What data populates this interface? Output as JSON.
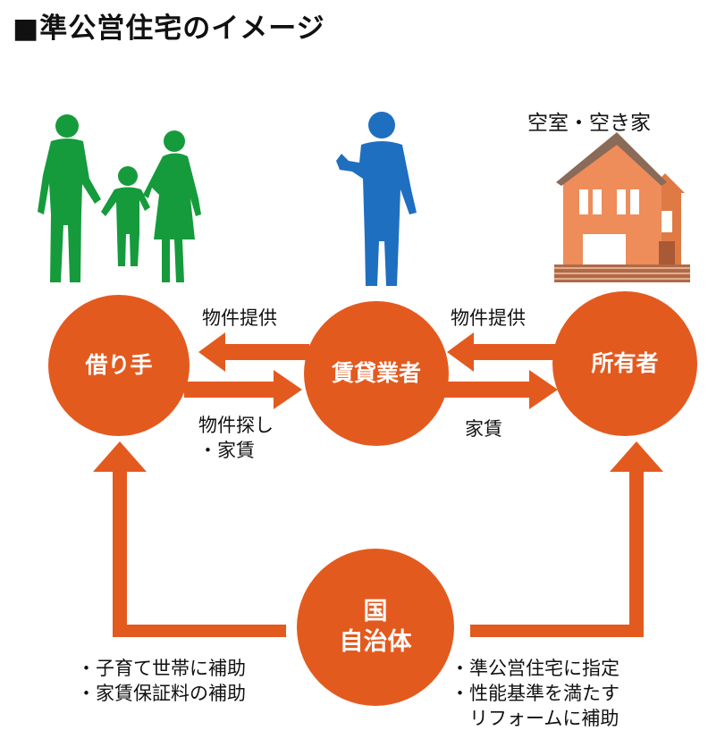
{
  "title": "■準公営住宅のイメージ",
  "house_caption": "空室・空き家",
  "nodes": {
    "borrower": "借り手",
    "agent": "賃貸業者",
    "owner": "所有者",
    "government_line1": "国",
    "government_line2": "自治体"
  },
  "arrow_labels": {
    "agent_to_borrower": "物件提供",
    "owner_to_agent": "物件提供",
    "borrower_to_agent_line1": "物件探し",
    "borrower_to_agent_line2": "・家賃",
    "agent_to_owner": "家賃"
  },
  "support_left": [
    "・子育て世帯に補助",
    "・家賃保証料の補助"
  ],
  "support_right": [
    "・準公営住宅に指定",
    "・性能基準を満たす",
    "　リフォームに補助"
  ],
  "colors": {
    "accent": "#e35a1f",
    "family": "#159b3c",
    "agent": "#1f6fc0",
    "house": "#ee8c5a"
  },
  "icons": [
    "family-icon",
    "agent-person-icon",
    "house-icon"
  ]
}
